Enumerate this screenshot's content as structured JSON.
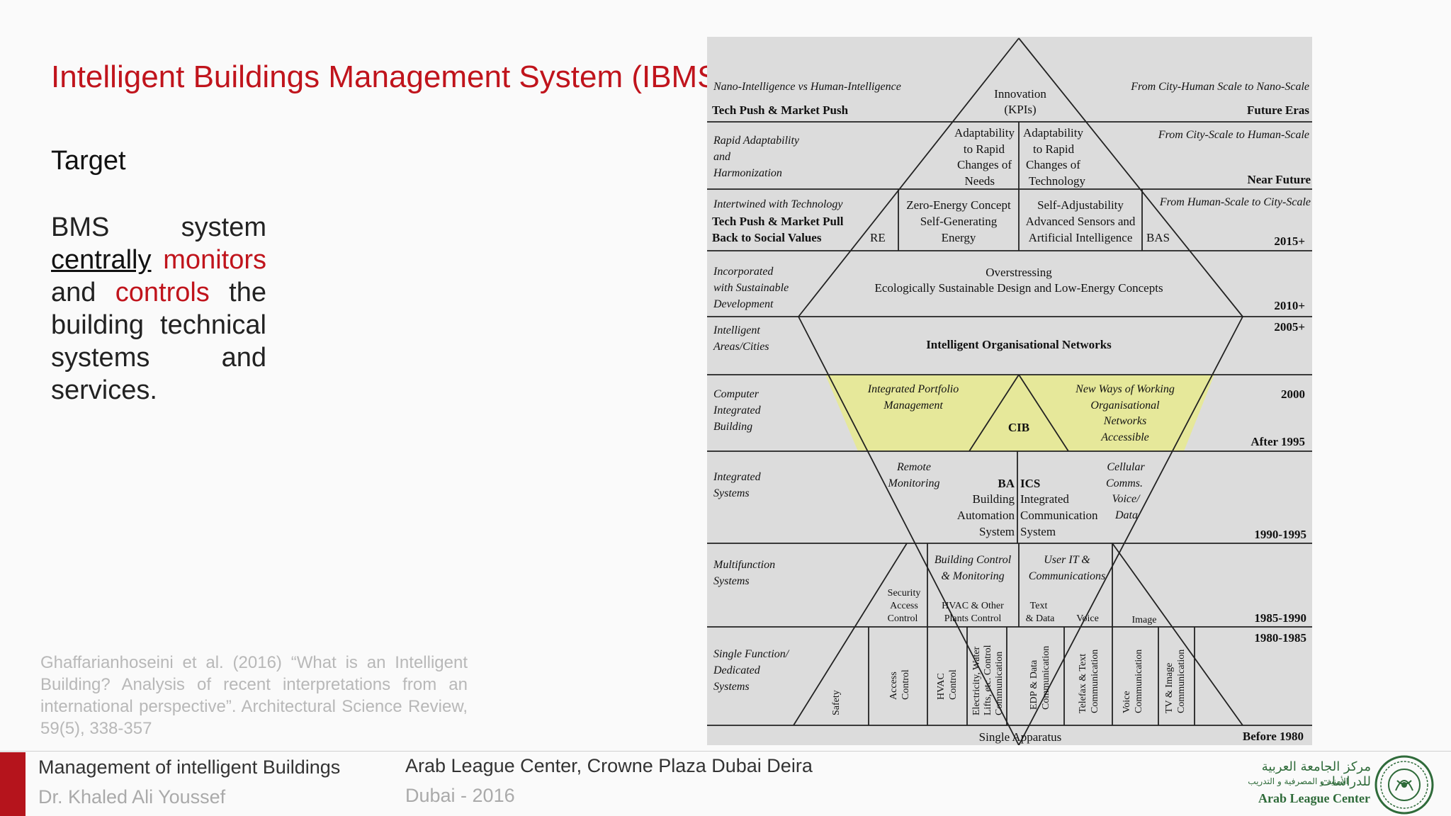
{
  "slide": {
    "title": "Intelligent Buildings Management System (IBMS)",
    "subtitle": "Target",
    "body": {
      "p1": "BMS system ",
      "p2": "centrally",
      "p3": "monitors",
      "p4": " and ",
      "p5": "controls",
      "p6": " the building technical systems and services."
    },
    "citation": "Ghaffarianhoseini et al. (2016) “What is an Intelligent Building? Analysis of recent interpretations from an international perspective”. Architectural Science Review, 59(5), 338-357"
  },
  "figure": {
    "colors": {
      "background": "#dcdcdc",
      "highlight": "#e6e89a",
      "lines": "#222222"
    },
    "rows": [
      {
        "left_top": "Nano-Intelligence vs Human-Intelligence",
        "left_bottom": "Tech Push & Market Push",
        "right_top": "From City-Human Scale to Nano-Scale",
        "right_bottom": "Future Eras"
      },
      {
        "left": [
          "Rapid Adaptability",
          "and",
          "Harmonization"
        ],
        "right_top": "From City-Scale to Human-Scale",
        "right_bottom": "Near Future"
      },
      {
        "left_top": "Intertwined with Technology",
        "left_b1": "Tech Push & Market Pull",
        "left_b2": "Back to Social Values",
        "right_top": "From Human-Scale to City-Scale",
        "right_bottom": "2015+"
      },
      {
        "left": [
          "Incorporated",
          "with Sustainable",
          "Development"
        ],
        "right_bottom": "2010+"
      },
      {
        "left": [
          "Intelligent",
          "Areas/Cities"
        ],
        "right_top": "2005+"
      },
      {
        "left": [
          "Computer",
          "Integrated",
          "Building"
        ],
        "right_top": "2000",
        "right_bottom": "After 1995"
      },
      {
        "left": [
          "Integrated",
          "Systems"
        ],
        "right_bottom": "1990-1995"
      },
      {
        "left": [
          "Multifunction",
          "Systems"
        ],
        "right_bottom": "1985-1990"
      },
      {
        "left": [
          "Single Function/",
          "Dedicated",
          "Systems"
        ],
        "right_top": "1980-1985"
      }
    ],
    "apex": [
      "Innovation",
      "(KPIs)"
    ],
    "adapt_left": [
      "Adaptability",
      "to Rapid",
      "Changes of",
      "Needs"
    ],
    "adapt_right": [
      "Adaptability",
      "to Rapid",
      "Changes of",
      "Technology"
    ],
    "re": "RE",
    "bas": "BAS",
    "zero_energy": [
      "Zero-Energy Concept",
      "Self-Generating",
      "Energy"
    ],
    "self_adjust": [
      "Self-Adjustability",
      "Advanced Sensors and",
      "Artificial Intelligence"
    ],
    "overstressing": [
      "Overstressing",
      "Ecologically Sustainable Design and Low-Energy Concepts"
    ],
    "networks": "Intelligent Organisational Networks",
    "portfolio": [
      "Integrated Portfolio",
      "Management"
    ],
    "new_ways": [
      "New Ways of Working",
      "Organisational",
      "Networks",
      "Accessible"
    ],
    "cib": "CIB",
    "remote": [
      "Remote",
      "Monitoring"
    ],
    "ba": [
      "BA",
      "Building",
      "Automation",
      "System"
    ],
    "ics": [
      "ICS",
      "Integrated",
      "Communication",
      "System"
    ],
    "cellular": [
      "Cellular",
      "Comms.",
      "Voice/",
      "Data"
    ],
    "bc_monitoring": [
      "Building Control",
      "& Monitoring"
    ],
    "user_it": [
      "User IT &",
      "Communications"
    ],
    "security": [
      "Security",
      "Access",
      "Control"
    ],
    "hvac_other": [
      "HVAC & Other",
      "Plants Control"
    ],
    "text_data": [
      "Text",
      "& Data"
    ],
    "voice": "Voice",
    "image": "Image",
    "bottom_cells": [
      [
        "Safety"
      ],
      [
        "Access",
        "Control"
      ],
      [
        "HVAC",
        "Control"
      ],
      [
        "Electricity, Water",
        "Lifts, etc. Control",
        "Communication"
      ],
      [
        "EDP & Data",
        "Communication"
      ],
      [
        "Telefax & Text",
        "Communication"
      ],
      [
        "Voice",
        "Communication"
      ],
      [
        "TV & Image",
        "Communication"
      ]
    ],
    "single_apparatus": "Single Apparatus",
    "before_1980": "Before 1980"
  },
  "footer": {
    "course": "Management of intelligent Buildings",
    "author": "Dr. Khaled Ali Youssef",
    "venue": "Arab League Center, Crowne Plaza Dubai Deira",
    "place": "Dubai - 2016",
    "logo_arabic": "مركز الجامعة العربية للدراسات",
    "logo_arabic2": "الأمنية و المصرفية و التدريب",
    "logo_english": "Arab League Center"
  }
}
